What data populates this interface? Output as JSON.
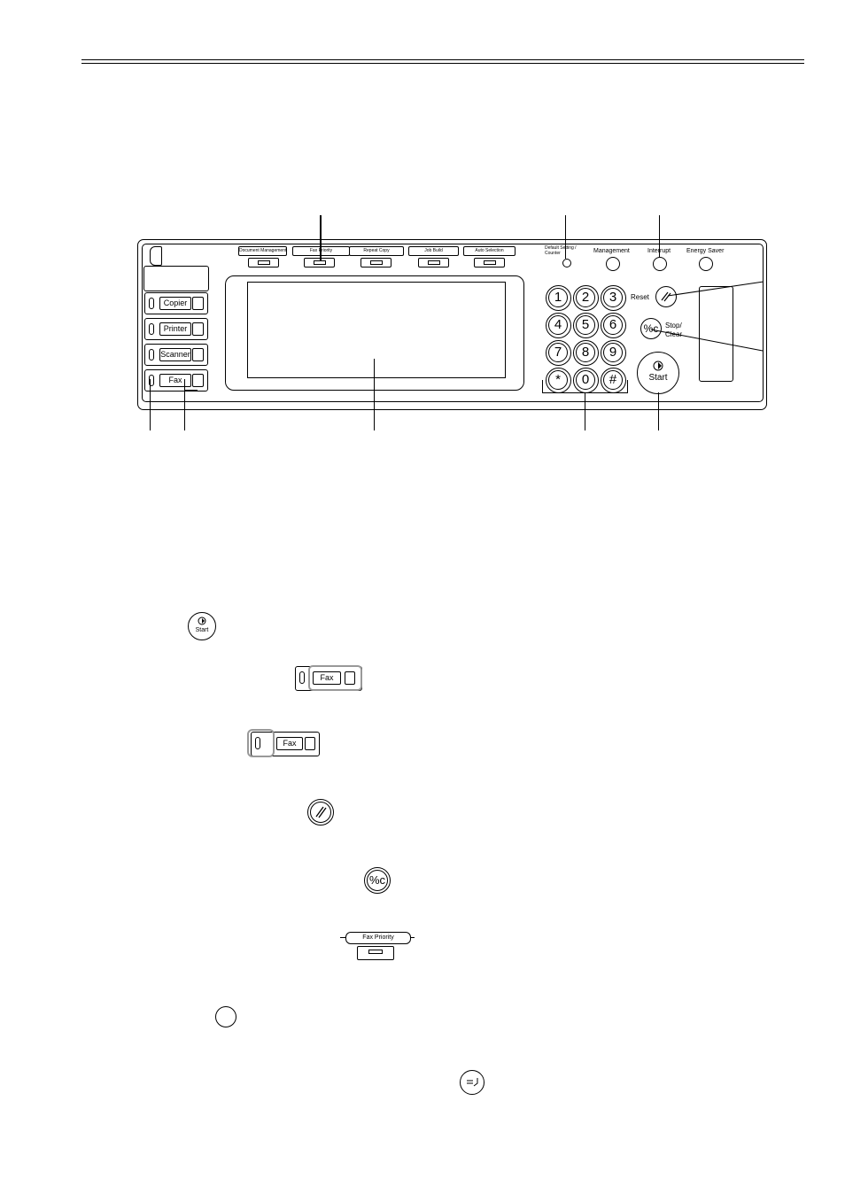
{
  "panel": {
    "tabs": [
      "Document Management",
      "Fax Priority",
      "Repeat Copy",
      "Job Build",
      "Auto Selection"
    ],
    "top_labels": {
      "default_setting": "Default Setting / Counter",
      "management": "Management",
      "interrupt": "Interrupt",
      "energy_saver": "Energy Saver"
    },
    "modes": [
      "Copier",
      "Printer",
      "Scanner",
      "Fax"
    ],
    "keys": [
      "1",
      "2",
      "3",
      "4",
      "5",
      "6",
      "7",
      "8",
      "9",
      "*",
      "0",
      "#"
    ],
    "reset": "Reset",
    "stop_clear": [
      "Stop/",
      "Clear"
    ],
    "start": "Start"
  },
  "icons": {
    "start": "Start",
    "fax_key": "Fax",
    "fax_indicator_key": "Fax",
    "fax_priority": "Fax Priority",
    "stop_clear_symbol": "%c"
  }
}
